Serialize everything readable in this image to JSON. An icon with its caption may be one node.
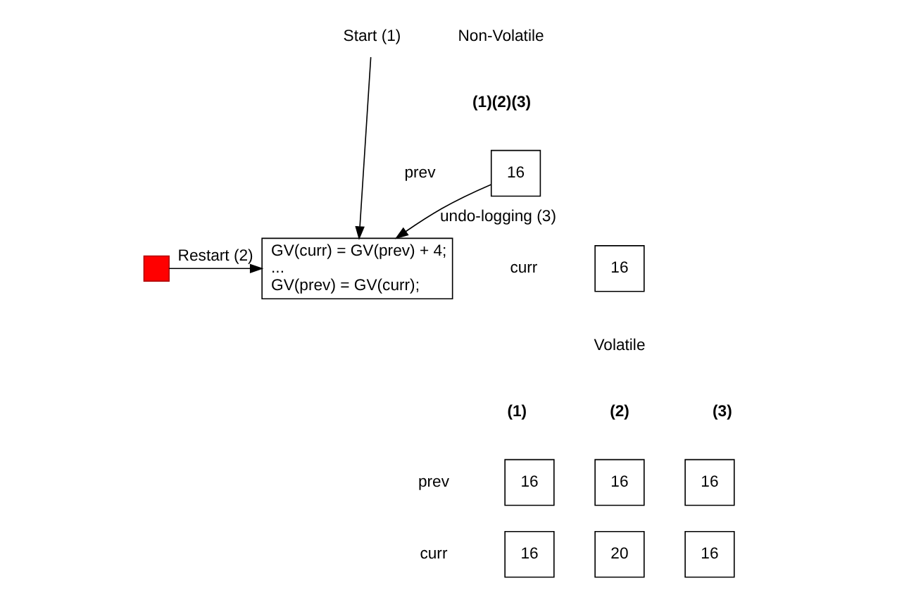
{
  "diagram": {
    "nodes": [
      {
        "text": [
          "Start (1)"
        ]
      },
      {
        "text": [
          "16"
        ]
      },
      {
        "text": [
          "16"
        ]
      },
      {
        "text": [
          "GV(curr) = GV(prev) + 4;",
          "...",
          "GV(prev) = GV(curr);"
        ]
      },
      {
        "text": [],
        "shape": "cross"
      },
      {
        "text": [
          "16"
        ]
      },
      {
        "text": [
          "16"
        ]
      },
      {
        "text": [
          "16"
        ]
      },
      {
        "text": [
          "16"
        ]
      },
      {
        "text": [
          "20"
        ]
      },
      {
        "text": [
          "16"
        ]
      }
    ],
    "edges": [
      {
        "from": 0,
        "to": 3,
        "arrow": "to"
      },
      {
        "from": 4,
        "to": 3,
        "arrow": "to",
        "label": "Restart (2)"
      },
      {
        "from": 1,
        "to": 3,
        "arrow": "to",
        "label": "undo-logging (3)"
      }
    ],
    "labels": [
      "Non-Volatile",
      "(1)(2)(3)",
      "prev",
      "curr",
      "Volatile",
      "(1)",
      "(2)",
      "(3)",
      "prev",
      "curr"
    ]
  }
}
